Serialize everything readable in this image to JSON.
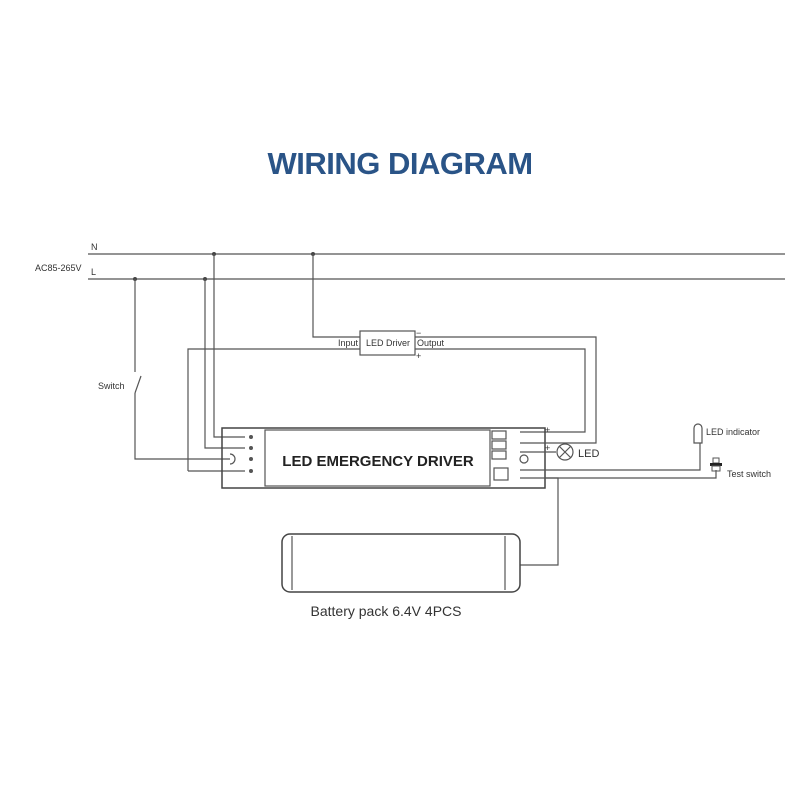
{
  "title": "WIRING DIAGRAM",
  "labels": {
    "neutral": "N",
    "live": "L",
    "supply": "AC85-265V",
    "switch": "Switch",
    "driver_input": "Input",
    "led_driver": "LED Driver",
    "driver_output": "Output",
    "minus": "−",
    "plus": "+",
    "emergency_driver": "LED EMERGENCY DRIVER",
    "led": "LED",
    "led_indicator": "LED indicator",
    "test_switch": "Test switch",
    "battery": "Battery pack 6.4V  4PCS"
  }
}
